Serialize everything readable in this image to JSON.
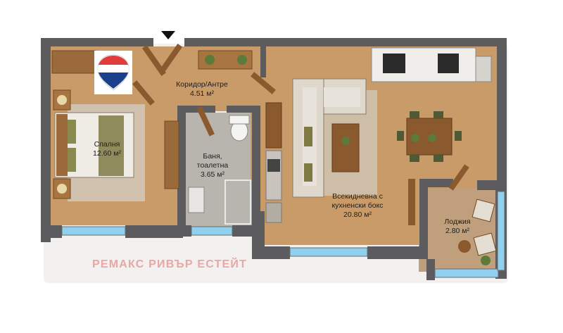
{
  "rooms": {
    "bedroom": {
      "name": "Спалня",
      "area": "12.60 м²"
    },
    "corridor": {
      "name": "Коридор/Антре",
      "area": "4.51 м²"
    },
    "bathroom": {
      "name_line1": "Баня,",
      "name_line2": "тоалетна",
      "area": "3.65 м²"
    },
    "living": {
      "name_line1": "Всекидневна с",
      "name_line2": "кухненски бокс",
      "area": "20.80 м²"
    },
    "loggia": {
      "name": "Лоджия",
      "area": "2.80 м²"
    }
  },
  "watermark": "РЕМАКС РИВЪР ЕСТЕЙТ",
  "colors": {
    "floor": "#c89a66",
    "wall": "#5c5c5e",
    "tile": "#b9b6b0",
    "window": "#8fd0ee",
    "logo_red": "#e23b3b",
    "logo_blue": "#1c3f8c"
  },
  "icons": [
    "entry-arrow-icon",
    "brand-logo-icon"
  ]
}
